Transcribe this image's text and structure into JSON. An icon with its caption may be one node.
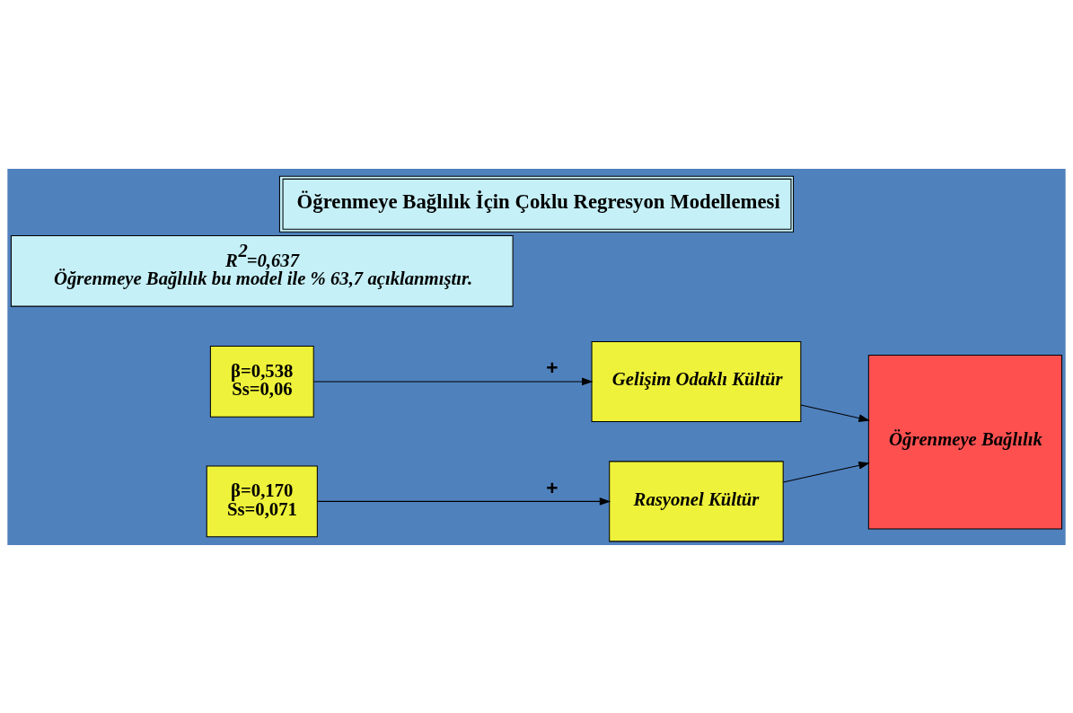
{
  "diagram": {
    "title": "Öğrenmeye Bağlılık İçin Çoklu Regresyon Modellemesi",
    "nodes": [
      {
        "text": [
          "β=0,538",
          "Ss=0,06"
        ]
      },
      {
        "text": [
          "Gelişim Odaklı Kültür"
        ]
      },
      {
        "text": [
          "β=0,170",
          "Ss=0,071"
        ]
      },
      {
        "text": [
          "Rasyonel Kültür"
        ]
      },
      {
        "text": [
          "Öğrenmeye Bağlılık"
        ]
      },
      {
        "text": [
          "R$^{2}$=0,637",
          "Öğrenmeye Bağlılık bu model ile % 63,7 açıklanmıştır."
        ]
      }
    ],
    "edges": [
      {
        "from": 0,
        "to": 1,
        "arrow": "to",
        "label": "+"
      },
      {
        "from": 2,
        "to": 3,
        "arrow": "to",
        "label": "+"
      },
      {
        "from": 1,
        "to": 4,
        "arrow": "to"
      },
      {
        "from": 3,
        "to": 4,
        "arrow": "to"
      }
    ]
  }
}
